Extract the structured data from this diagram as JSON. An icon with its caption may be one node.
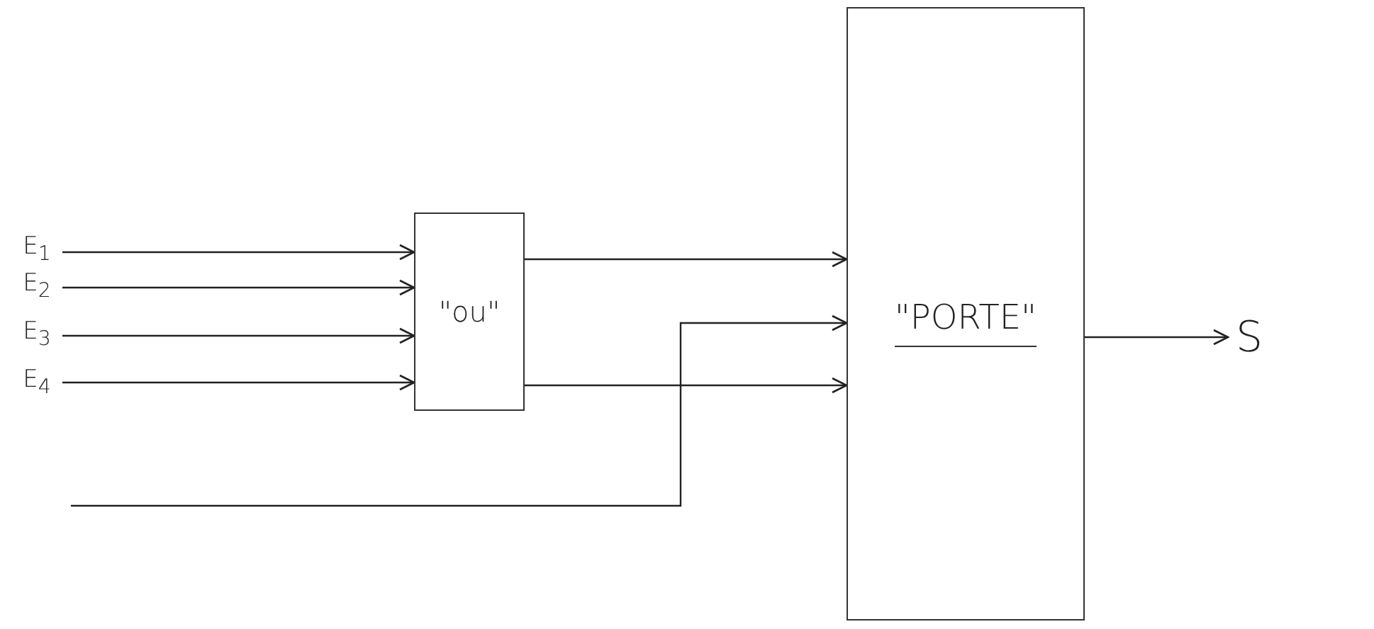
{
  "diagram": {
    "nodes": [
      {
        "text": [
          "E$_{1}$"
        ]
      },
      {
        "text": [
          "E$_{2}$"
        ]
      },
      {
        "text": [
          "E$_{3}$"
        ]
      },
      {
        "text": [
          "E$_{4}$"
        ]
      },
      {
        "text": [
          "\"ou\""
        ]
      },
      {
        "text": [
          "\"PORTE\""
        ]
      },
      {
        "text": [
          "S"
        ]
      }
    ],
    "edges": [
      {
        "from": 0,
        "to": 4,
        "arrow": "to"
      },
      {
        "from": 1,
        "to": 4,
        "arrow": "to"
      },
      {
        "from": 2,
        "to": 4,
        "arrow": "to"
      },
      {
        "from": 3,
        "to": 4,
        "arrow": "to"
      },
      {
        "from": 4,
        "to": 5,
        "arrow": "to"
      },
      {
        "from": null,
        "to": 5,
        "arrow": "to"
      },
      {
        "from": 4,
        "to": 5,
        "arrow": "to"
      },
      {
        "from": 5,
        "to": 6,
        "arrow": "to"
      }
    ]
  }
}
